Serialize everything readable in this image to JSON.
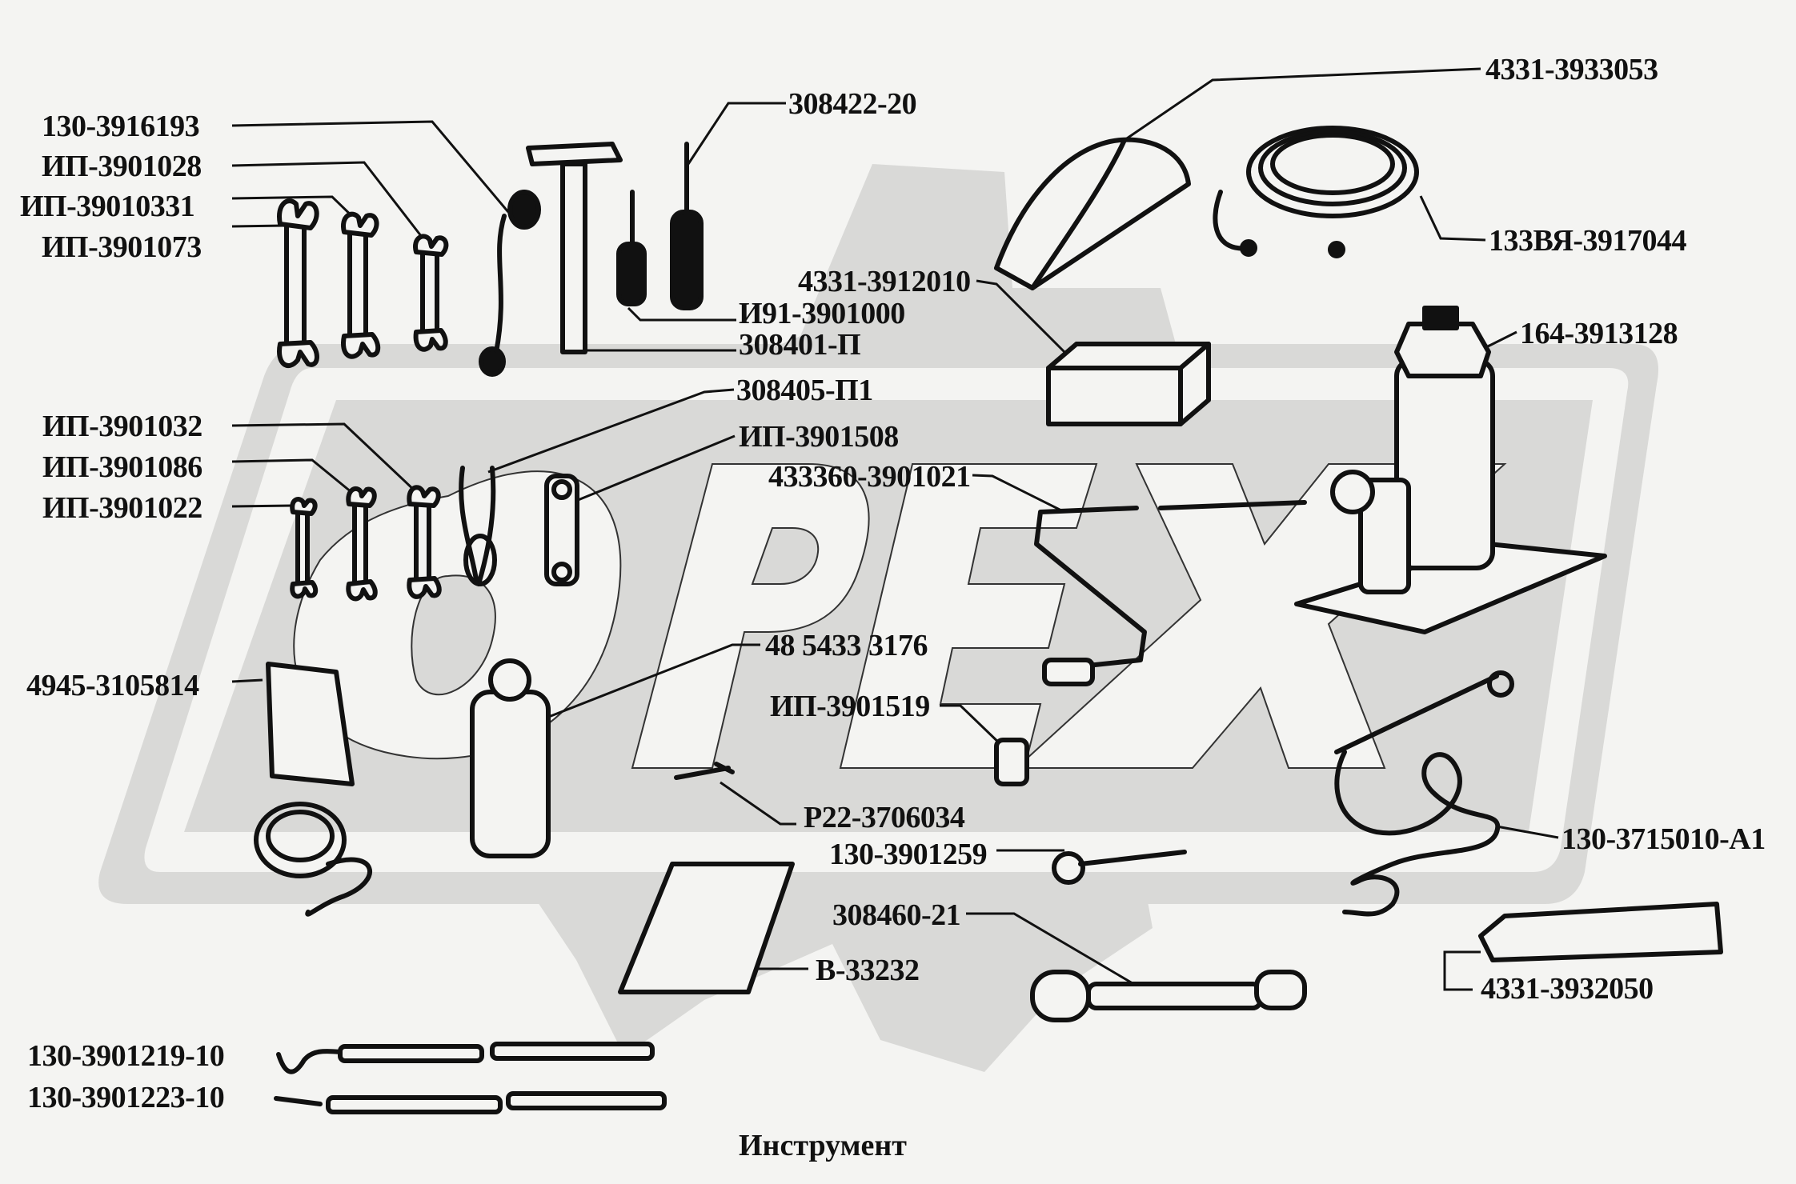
{
  "title": "Инструмент",
  "watermark": "OPEX",
  "colors": {
    "background": "#f4f4f2",
    "watermark": "#d9d9d7",
    "ink": "#111111"
  },
  "labels": {
    "p130_3916193": "130-3916193",
    "ip_3901028": "ИП-3901028",
    "ip_39010331": "ИП-39010331",
    "ip_3901073": "ИП-3901073",
    "p308422_20": "308422-20",
    "p4331_3933053": "4331-3933053",
    "p133vya_3917044": "133ВЯ-3917044",
    "p4331_3912010": "4331-3912010",
    "i91_3901000": "И91-3901000",
    "p308401_p": "308401-П",
    "p164_3913128": "164-3913128",
    "p308405_p1": "308405-П1",
    "ip_3901508": "ИП-3901508",
    "ip_3901032": "ИП-3901032",
    "ip_3901086": "ИП-3901086",
    "ip_3901022": "ИП-3901022",
    "p433360_3901021": "433360-3901021",
    "p48_5433_3176": "48 5433 3176",
    "p4945_3105814": "4945-3105814",
    "ip_3901519": "ИП-3901519",
    "r22_3706034": "Р22-3706034",
    "p130_3901259": "130-3901259",
    "p130_3715010_a1": "130-3715010-А1",
    "p308460_21": "308460-21",
    "v_33232": "В-33232",
    "p4331_3932050": "4331-3932050",
    "p130_3901219_10": "130-3901219-10",
    "p130_3901223_10": "130-3901223-10"
  }
}
